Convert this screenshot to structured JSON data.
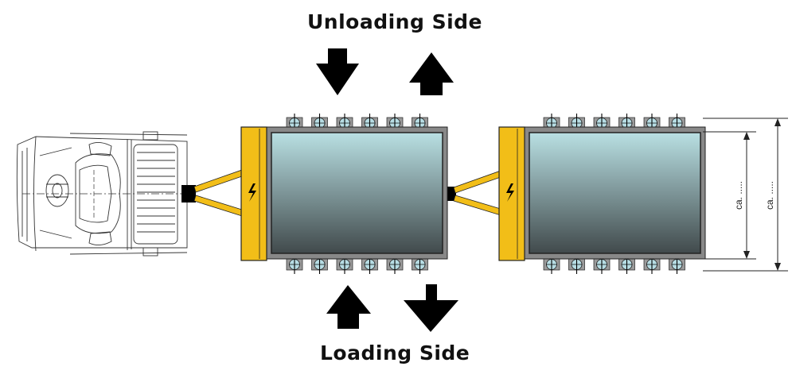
{
  "labels": {
    "unloading_side": "Unloading Side",
    "loading_side": "Loading Side",
    "dim_inner": "ca. .....",
    "dim_outer": "ca. ....."
  },
  "icons": {
    "unloading_arrows": [
      "arrow-down-icon",
      "arrow-up-icon"
    ],
    "loading_arrows": [
      "arrow-up-icon",
      "arrow-down-icon"
    ],
    "hazard": "lightning-icon"
  },
  "colors": {
    "frame_yellow": "#f2be18",
    "platform_top": "#b9e0e3",
    "platform_bottom": "#414a4c",
    "roller_fill": "#b7dde4",
    "outline": "#222222"
  },
  "trailers": {
    "count": 2,
    "rollers_per_side": 6
  }
}
